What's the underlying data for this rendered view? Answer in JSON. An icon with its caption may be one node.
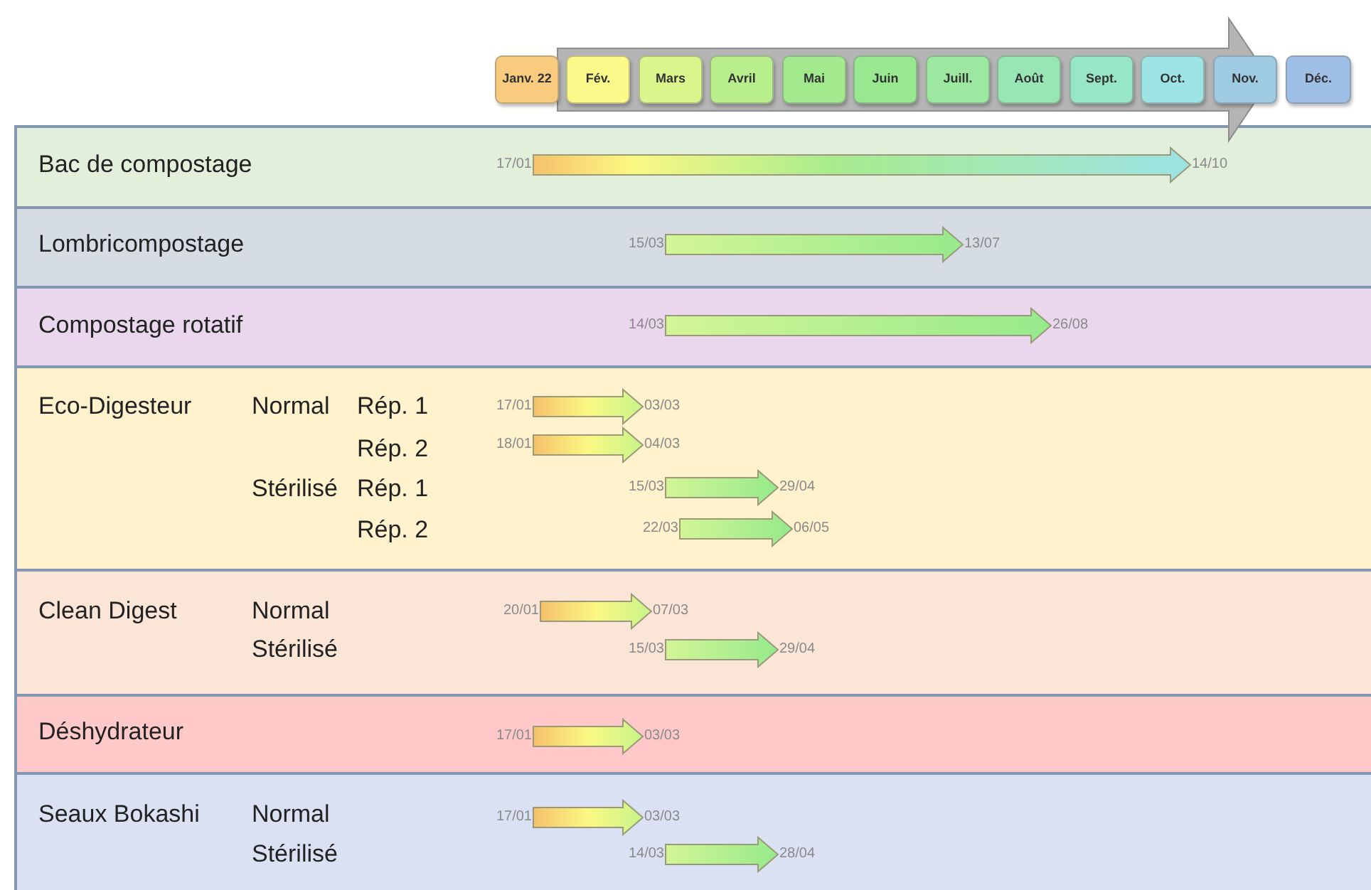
{
  "diagram": {
    "nodes": [
      {
        "text": [
          "Janv. 22"
        ]
      },
      {
        "text": [
          "Fév."
        ]
      },
      {
        "text": [
          "Mars"
        ]
      },
      {
        "text": [
          "Avril"
        ]
      },
      {
        "text": [
          "Mai"
        ]
      },
      {
        "text": [
          "Juin"
        ]
      },
      {
        "text": [
          "Juill."
        ]
      },
      {
        "text": [
          "Août"
        ]
      },
      {
        "text": [
          "Sept."
        ]
      },
      {
        "text": [
          "Oct."
        ]
      },
      {
        "text": [
          "Nov."
        ]
      },
      {
        "text": [
          "Déc."
        ]
      },
      {
        "text": [
          "Bac de compostage"
        ]
      },
      {
        "text": [
          "17/01"
        ],
        "in": 12
      },
      {
        "text": [
          "14/10"
        ],
        "in": 12
      },
      {
        "text": [
          "Lombricompostage"
        ]
      },
      {
        "text": [
          "15/03"
        ],
        "in": 15
      },
      {
        "text": [
          "13/07"
        ],
        "in": 15
      },
      {
        "text": [
          "Compostage rotatif"
        ]
      },
      {
        "text": [
          "14/03"
        ],
        "in": 18
      },
      {
        "text": [
          "26/08"
        ],
        "in": 18
      },
      {
        "text": [
          "Eco-Digesteur",
          "Normal",
          "Rép. 1",
          "Rép. 2",
          "Stérilisé",
          "Rép. 1",
          "Rép. 2"
        ]
      },
      {
        "text": [
          "17/01"
        ],
        "in": 21
      },
      {
        "text": [
          "03/03"
        ],
        "in": 21
      },
      {
        "text": [
          "18/01"
        ],
        "in": 21
      },
      {
        "text": [
          "04/03"
        ],
        "in": 21
      },
      {
        "text": [
          "15/03"
        ],
        "in": 21
      },
      {
        "text": [
          "29/04"
        ],
        "in": 21
      },
      {
        "text": [
          "22/03"
        ],
        "in": 21
      },
      {
        "text": [
          "06/05"
        ],
        "in": 21
      },
      {
        "text": [
          "Clean Digest",
          "Normal",
          "Stérilisé"
        ]
      },
      {
        "text": [
          "20/01"
        ],
        "in": 30
      },
      {
        "text": [
          "07/03"
        ],
        "in": 30
      },
      {
        "text": [
          "15/03"
        ],
        "in": 30
      },
      {
        "text": [
          "29/04"
        ],
        "in": 30
      },
      {
        "text": [
          "Déshydrateur"
        ]
      },
      {
        "text": [
          "17/01"
        ],
        "in": 35
      },
      {
        "text": [
          "03/03"
        ],
        "in": 35
      },
      {
        "text": [
          "Seaux Bokashi",
          "Normal",
          "Stérilisé"
        ]
      },
      {
        "text": [
          "17/01"
        ],
        "in": 38
      },
      {
        "text": [
          "03/03"
        ],
        "in": 38
      },
      {
        "text": [
          "14/03"
        ],
        "in": 38
      },
      {
        "text": [
          "28/04"
        ],
        "in": 38
      }
    ],
    "edges": [
      {
        "from": 13,
        "to": 14,
        "arrow": "to",
        "style": "thick"
      },
      {
        "from": 16,
        "to": 17,
        "arrow": "to",
        "style": "thick"
      },
      {
        "from": 19,
        "to": 20,
        "arrow": "to",
        "style": "thick"
      },
      {
        "from": 22,
        "to": 23,
        "arrow": "to",
        "style": "thick"
      },
      {
        "from": 24,
        "to": 25,
        "arrow": "to",
        "style": "thick"
      },
      {
        "from": 26,
        "to": 27,
        "arrow": "to",
        "style": "thick"
      },
      {
        "from": 28,
        "to": 29,
        "arrow": "to",
        "style": "thick"
      },
      {
        "from": 31,
        "to": 32,
        "arrow": "to",
        "style": "thick"
      },
      {
        "from": 33,
        "to": 34,
        "arrow": "to",
        "style": "thick"
      },
      {
        "from": 36,
        "to": 37,
        "arrow": "to",
        "style": "thick"
      },
      {
        "from": 39,
        "to": 40,
        "arrow": "to",
        "style": "thick"
      },
      {
        "from": 41,
        "to": 42,
        "arrow": "to",
        "style": "thick"
      }
    ]
  }
}
